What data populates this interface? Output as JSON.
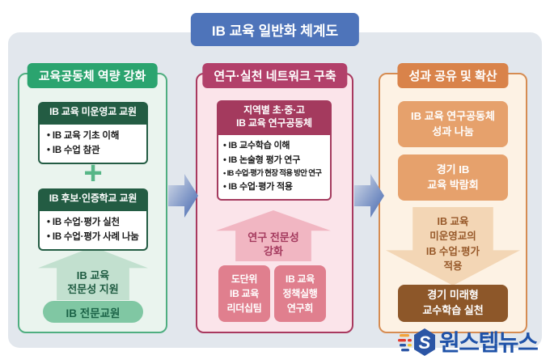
{
  "page": {
    "title": "IB 교육 일반화 체계도"
  },
  "columns": {
    "community": {
      "header": "교육공동체 역량 강화",
      "box1": {
        "title": "IB 교육 미운영교 교원",
        "bullets": [
          "IB 교육 기초 이해",
          "IB 수업 참관"
        ]
      },
      "plus": "+",
      "box2": {
        "title": "IB 후보·인증학교 교원",
        "bullets": [
          "IB 수업·평가 실천",
          "IB 수업·평가 사례 나눔"
        ]
      },
      "arrow_label": "IB 교육\n전문성 지원",
      "pill": "IB 전문교원"
    },
    "network": {
      "header": "연구·실천 네트워크 구축",
      "box1": {
        "title": "지역별 초·중·고\nIB 교육 연구공동체",
        "bullets": [
          "IB 교수학습 이해",
          "IB 논술형 평가 연구",
          "IB 수업·평가 현장 적용 방안 연구",
          "IB 수업·평가 적용"
        ]
      },
      "arrow_label": "연구 전문성\n강화",
      "team1": "도단위\nIB 교육\n리더십팀",
      "team2": "IB 교육\n정책실행\n연구회"
    },
    "spread": {
      "header": "성과 공유 및 확산",
      "box1": "IB 교육 연구공동체\n성과 나눔",
      "box2": "경기 IB\n교육 박람회",
      "arrow_label": "IB 교육\n미운영교의\nIB 수업·평가\n적용",
      "box3": "경기 미래형\n교수학습 실천"
    }
  },
  "watermark": {
    "text": "원스텝뉴스"
  },
  "colors": {
    "title_bg": "#4e74ba",
    "panel_bg": "#e2e7ed",
    "green_header": "#2ba46f",
    "green_dark": "#235c43",
    "green_frame": "#4fae80",
    "rose_header": "#b2406a",
    "rose_dark": "#a43a5e",
    "rose_team_box": "#e07f8e",
    "orange_header": "#d9834a",
    "orange_box": "#e6a16c",
    "brown_box": "#8d5729",
    "flow_arrow_blue": "#4668b0",
    "logo_blue": "#1f52a8"
  }
}
